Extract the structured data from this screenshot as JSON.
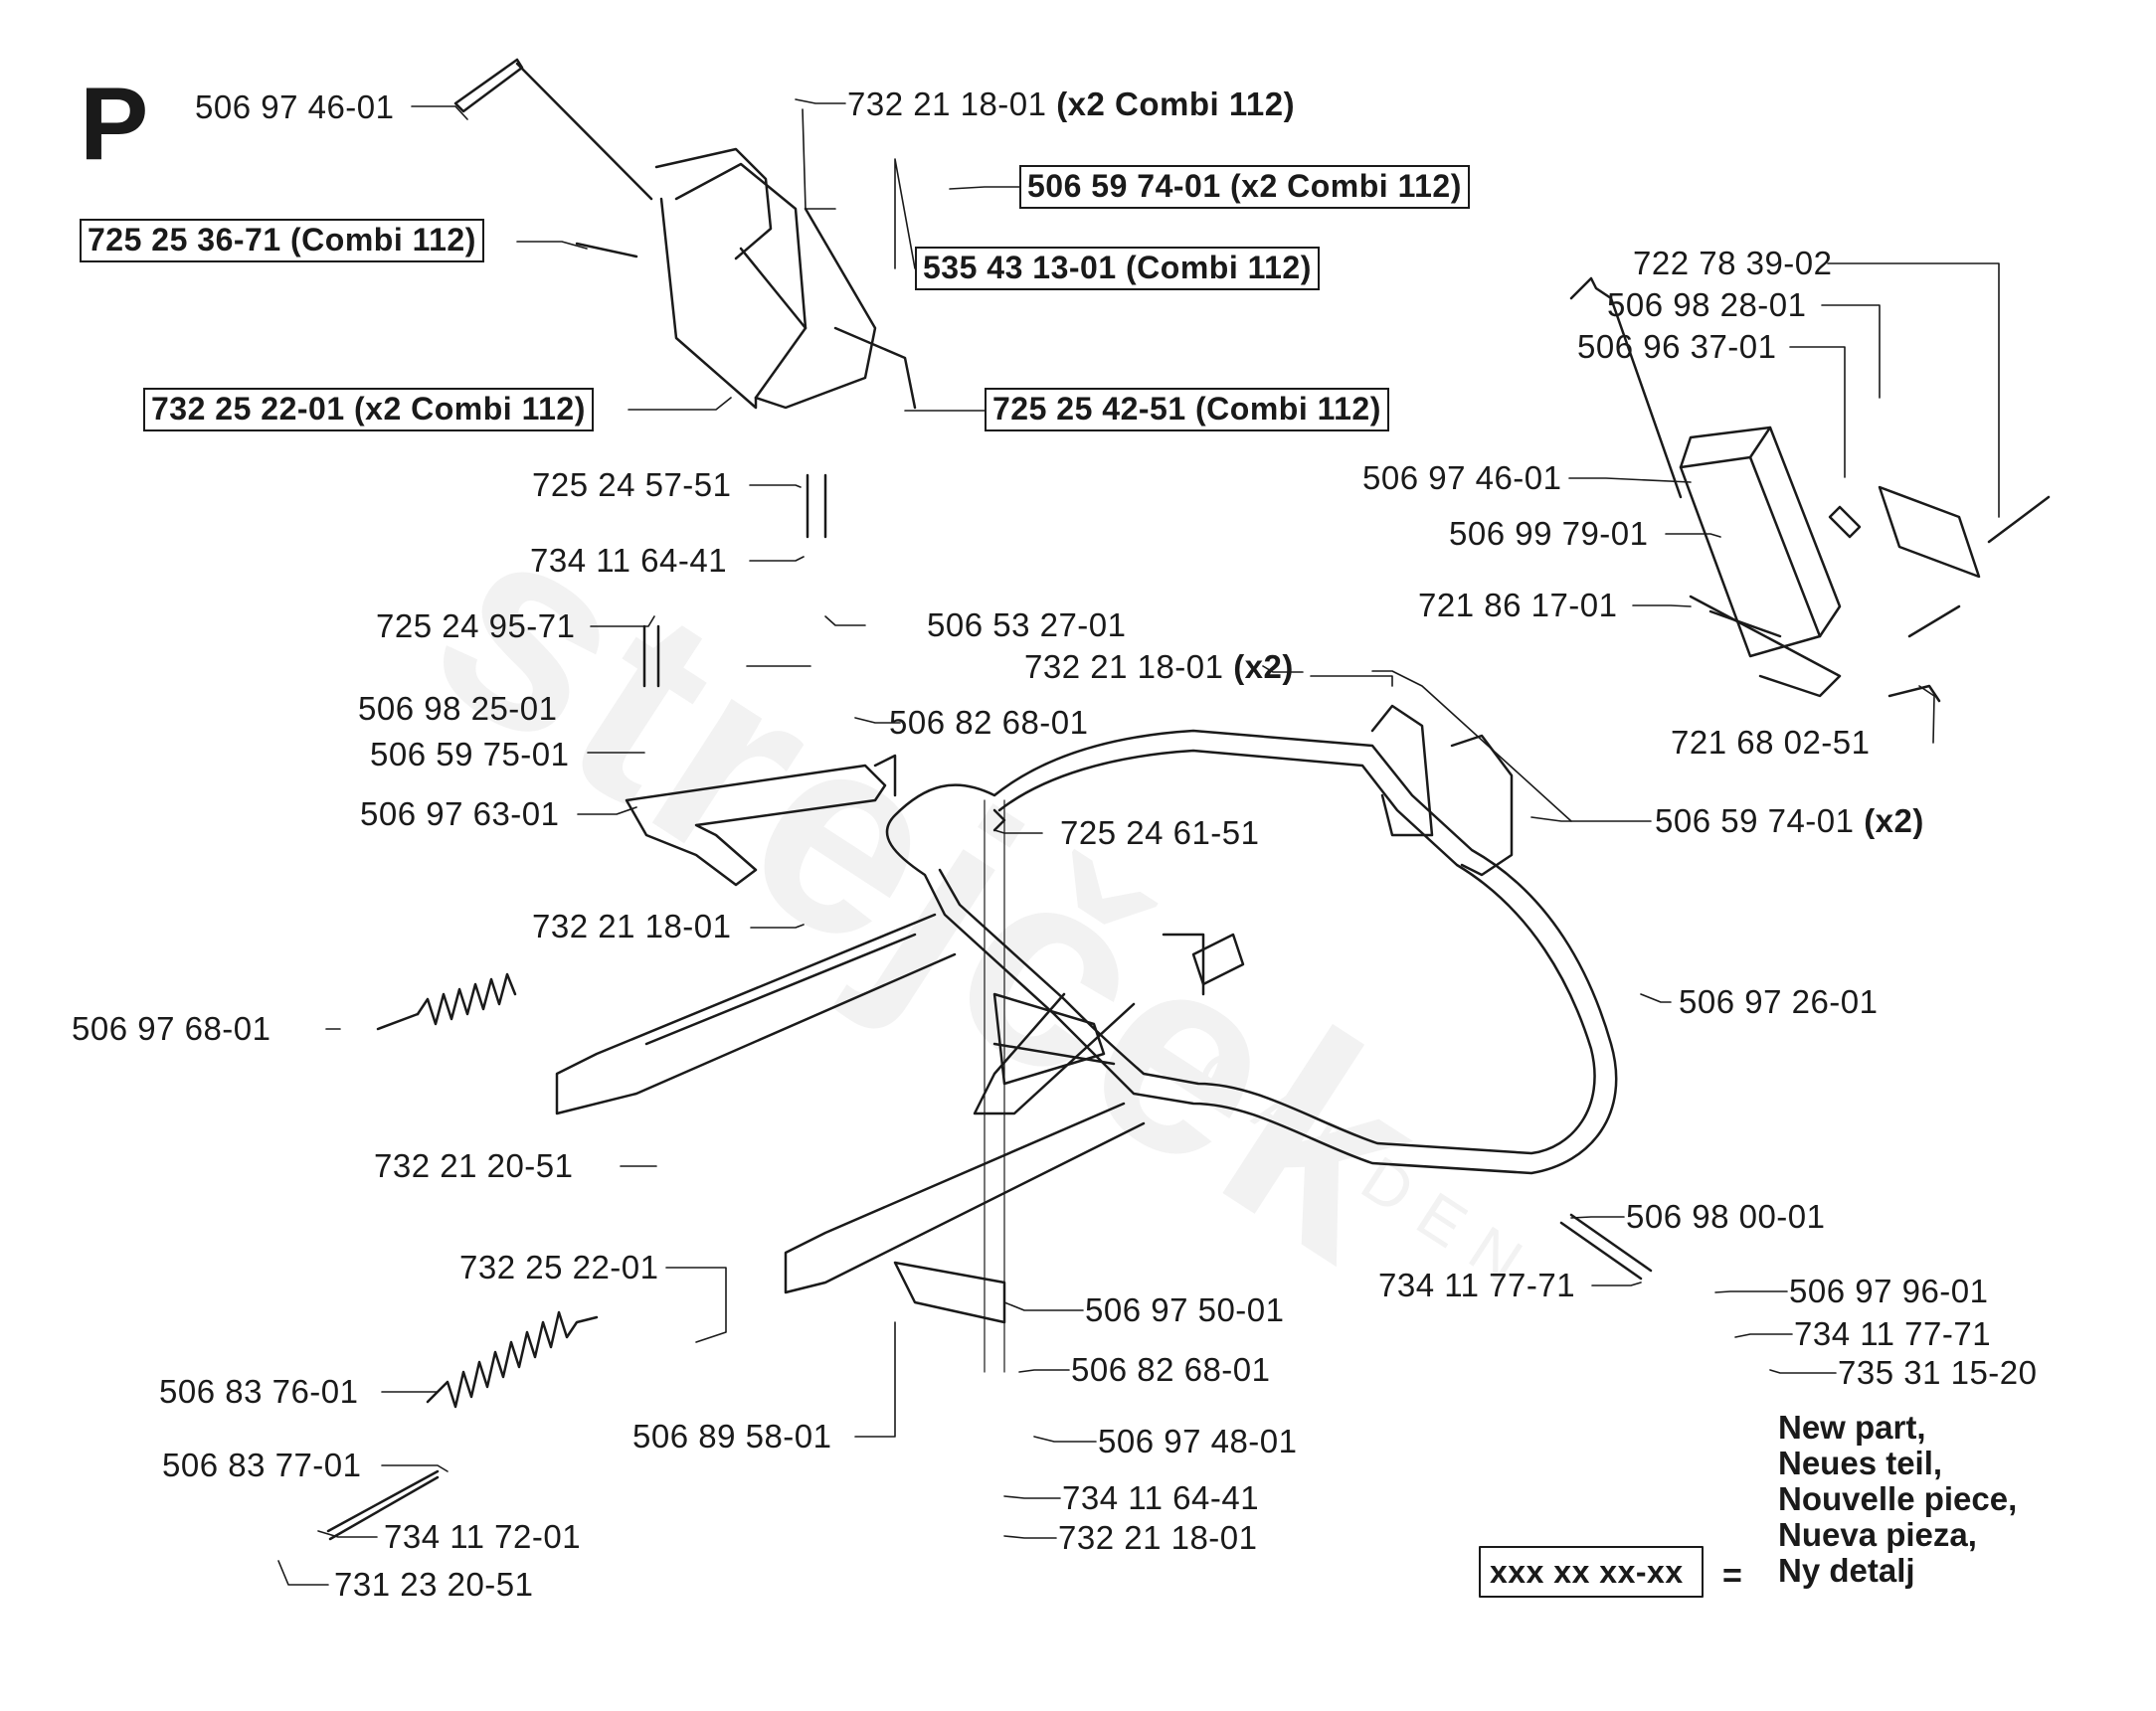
{
  "page_letter": "P",
  "labels": {
    "l01": "506 97 46-01",
    "l02": "732 21 18-01",
    "l02b": "(x2 Combi 112)",
    "l03": "506 59 74-01 (x2 Combi 112)",
    "l04": "725 25 36-71 (Combi 112)",
    "l05": "535 43 13-01 (Combi 112)",
    "l06": "732 25 22-01 (x2 Combi 112)",
    "l07": "725 25 42-51 (Combi 112)",
    "l08": "725 24 57-51",
    "l09": "734 11 64-41",
    "l10": "725 24 95-71",
    "l11": "506 53 27-01",
    "l12": "732 21 18-01",
    "l12b": "(x2)",
    "l13": "506 98 25-01",
    "l14": "506 82 68-01",
    "l15": "506 59 75-01",
    "l16": "506 97 63-01",
    "l17": "725 24 61-51",
    "l18": "506 59 74-01",
    "l18b": "(x2)",
    "l19": "732 21 18-01",
    "l20": "506 97 68-01",
    "l21": "506 97 26-01",
    "l22": "732 21 20-51",
    "l23": "732 25 22-01",
    "l24": "506 97 50-01",
    "l25": "506 83 76-01",
    "l26": "506 82 68-01",
    "l27": "506 89 58-01",
    "l28": "506 97 48-01",
    "l29": "506 83 77-01",
    "l30": "734 11 64-41",
    "l31": "734 11 72-01",
    "l32": "732 21 18-01",
    "l33": "731 23 20-51",
    "l34": "722 78 39-02",
    "l35": "506 98 28-01",
    "l36": "506 96 37-01",
    "l37": "506 97 46-01",
    "l38": "506 99 79-01",
    "l39": "721 86 17-01",
    "l40": "721 68 02-51",
    "l41": "506 98 00-01",
    "l42": "734 11 77-71",
    "l43": "506 97 96-01",
    "l44": "734 11 77-71",
    "l45": "735 31 15-20"
  },
  "legend": {
    "box_text": "xxx xx xx-xx",
    "equals": "=",
    "lines": [
      "New part,",
      "Neues teil,",
      "Nouvelle piece,",
      "Nueva pieza,",
      "Ny detalj"
    ]
  },
  "watermark": {
    "main": "strejček",
    "sub": "GARDEN"
  }
}
